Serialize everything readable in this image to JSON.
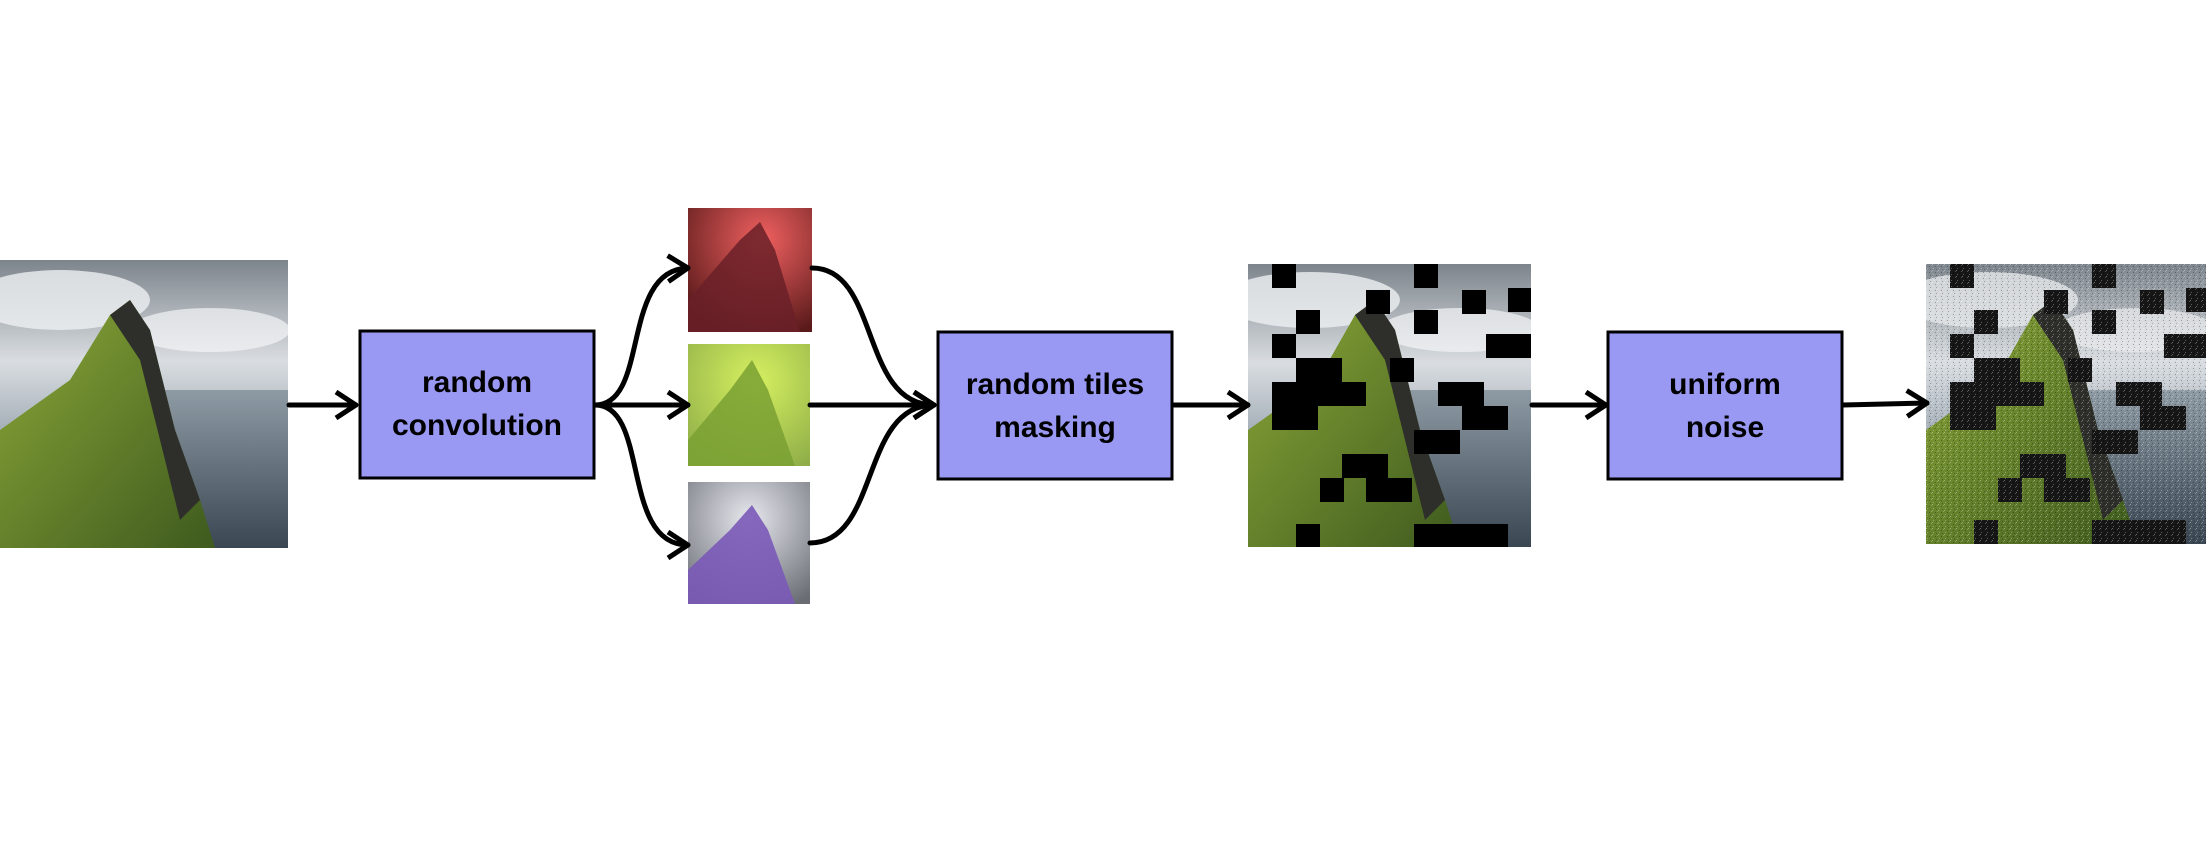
{
  "diagram": {
    "boxes": [
      {
        "id": "random-convolution",
        "lines": [
          "random",
          "convolution"
        ],
        "fill": "#9999f3"
      },
      {
        "id": "random-tiles-masking",
        "lines": [
          "random tiles",
          "masking"
        ],
        "fill": "#9999f3"
      },
      {
        "id": "uniform-noise",
        "lines": [
          "uniform",
          "noise"
        ],
        "fill": "#9999f3"
      }
    ],
    "colors": {
      "box_fill": "#9999f3",
      "box_stroke": "#000000",
      "arrow": "#000000"
    }
  }
}
